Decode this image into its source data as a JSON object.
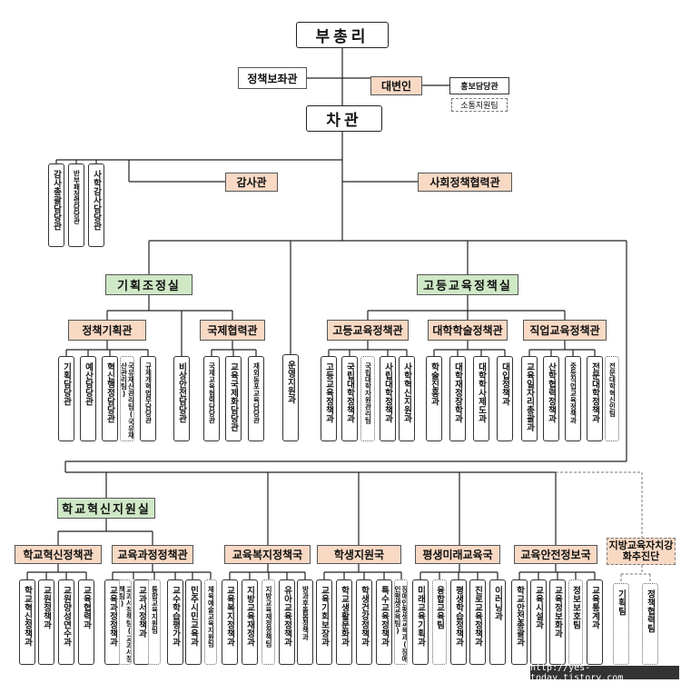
{
  "top": {
    "vice_pm": "부총리",
    "policy_aide": "정책보좌관",
    "spokesperson": "대변인",
    "pr_officer": "홍보담당관",
    "comm_team": "소통지원팀",
    "vice_minister": "차관",
    "audit": "감사관",
    "social_policy": "사회정책협력관"
  },
  "audit_units": [
    "감사총괄담당관",
    "반부패청렴담당관",
    "사학감사담당관"
  ],
  "planning": {
    "office": "기획조정실",
    "policy_planning": "정책기획관",
    "intl": "국제협력관",
    "units_policy": [
      "기획담당관",
      "예산담당관",
      "혁신행정담당관",
      "국유재산관리팀(국유재산관리팀)",
      "규제개혁법무담당관"
    ],
    "units_safety": [
      "비상안전담당관"
    ],
    "units_intl": [
      "국제교육협력담당관",
      "교육국제화담당관",
      "재외동포교육담당관"
    ],
    "operation_support": "운영지원과"
  },
  "higher_ed": {
    "office": "고등교육정책실",
    "bureaus": [
      "고등교육정책관",
      "대학학술정책관",
      "직업교육정책관"
    ],
    "units_higher": [
      "고등교육정책과",
      "국립대학정책과",
      "국립대학자원관리팀",
      "사립대학정책과",
      "사학혁신지원과"
    ],
    "units_academic": [
      "학술진흥과",
      "대학재정장학과",
      "대학학사제도과",
      "대입정책과"
    ],
    "units_vocational": [
      "교육일자리총괄과",
      "산학협력정책과",
      "중등직업교육정책과",
      "전문대학정책과",
      "전문대학혁신인팀"
    ]
  },
  "school": {
    "office": "학교혁신지원실",
    "bureaus": [
      "학교혁신정책관",
      "교육과정정책관"
    ],
    "units_innovation": [
      "학교혁신정책과",
      "교원정책과",
      "교원양성연수과",
      "교육협력과"
    ],
    "units_curriculum": [
      "교육과정정책과",
      "교과서정책팀(교과서정책팀)",
      "교과서정책과",
      "통합교육지원팀",
      "교수학습평가과",
      "민주시민교육과",
      "체육예술교육지원팀"
    ]
  },
  "bureaus_bottom": {
    "welfare": "교육복지정책국",
    "student": "학생지원국",
    "lifelong": "평생미래교육국",
    "safety": "교육안전정보국",
    "local": "지방교육자치강화추진단"
  },
  "units_welfare": [
    "교육복지정책과",
    "지방교육재정과",
    "지방교육재정정책팀",
    "유아교육정책과",
    "방과후돌봄정책과"
  ],
  "units_student": [
    "교육기회보장과",
    "학교생활문화과",
    "학생건강정책과",
    "특수교육정책과",
    "장애인평생교육과(장애인평생교육팀)"
  ],
  "units_lifelong": [
    "미래교육기획과",
    "융합교육팀",
    "평생학습정책과",
    "진로교육정책과",
    "이러닝과"
  ],
  "units_safety": [
    "학교안전총괄과",
    "교육시설과",
    "교육정보화과",
    "정보보호팀",
    "교육통계과"
  ],
  "units_local": [
    "기획팀",
    "정책협력팀"
  ],
  "credit": "http://yes-today.tistory.com"
}
